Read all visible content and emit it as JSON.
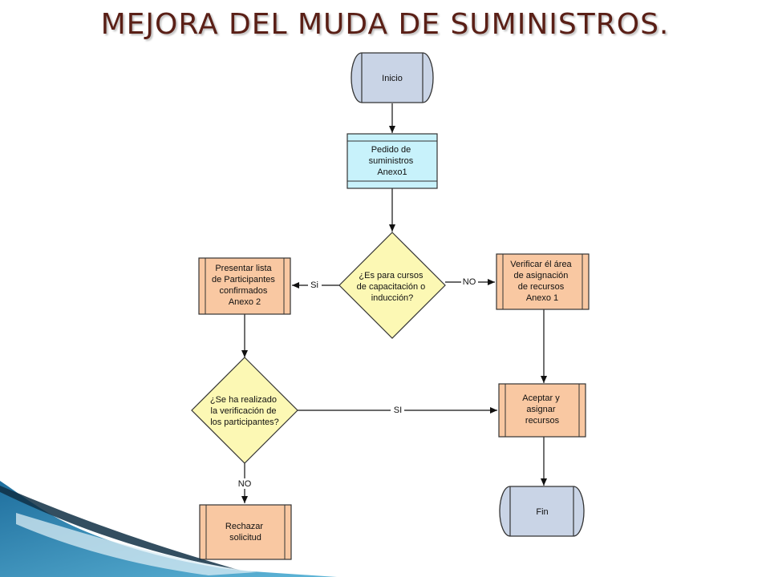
{
  "title": "MEJORA DEL MUDA DE SUMINISTROS.",
  "colors": {
    "terminal_fill": "#c9d4e6",
    "data_fill": "#c8f2fb",
    "process_fill": "#f9c8a2",
    "decision_fill": "#fcf8b4",
    "stroke": "#333333",
    "title": "#5a1f16"
  },
  "nodes": {
    "start": {
      "lines": [
        "Inicio"
      ]
    },
    "pedido": {
      "lines": [
        "Pedido de",
        "suministros",
        "Anexo1"
      ]
    },
    "decision1": {
      "lines": [
        "¿Es para cursos",
        "de capacitación o",
        "inducción?"
      ]
    },
    "presentar": {
      "lines": [
        "Presentar lista",
        "de Participantes",
        "confirmados",
        "Anexo 2"
      ]
    },
    "verificar_area": {
      "lines": [
        "Verificar él área",
        "de asignación",
        "de recursos",
        "Anexo 1"
      ]
    },
    "decision2": {
      "lines": [
        "¿Se ha realizado",
        "la verificación de",
        "los participantes?"
      ]
    },
    "aceptar": {
      "lines": [
        "Aceptar y",
        "asignar",
        "recursos"
      ]
    },
    "rechazar": {
      "lines": [
        "Rechazar",
        "solicitud"
      ]
    },
    "fin": {
      "lines": [
        "Fin"
      ]
    }
  },
  "edges": {
    "si1": "Si",
    "no1": "NO",
    "si2": "SI",
    "no2": "NO"
  }
}
